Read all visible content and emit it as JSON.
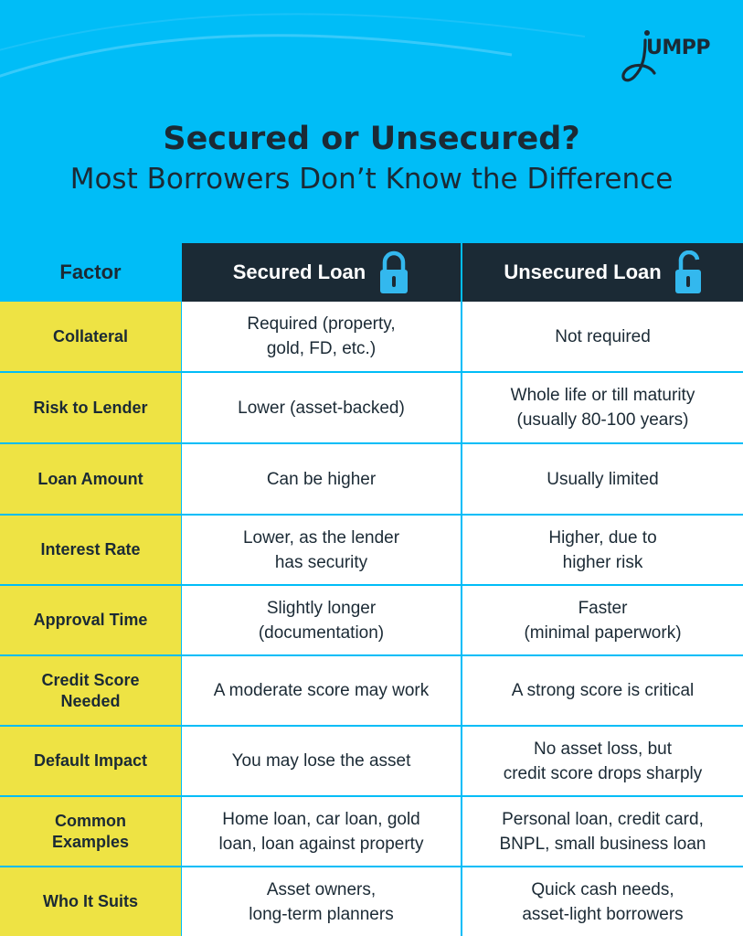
{
  "brand": {
    "logo_text": "UMPP"
  },
  "title": "Secured or Unsecured?",
  "subtitle": "Most Borrowers Don’t Know the Difference",
  "table": {
    "headers": {
      "factor": "Factor",
      "secured": "Secured Loan",
      "unsecured": "Unsecured Loan"
    },
    "rows": [
      {
        "factor": "Collateral",
        "secured": "Required (property,\ngold, FD, etc.)",
        "unsecured": "Not required"
      },
      {
        "factor": "Risk to Lender",
        "secured": "Lower (asset-backed)",
        "unsecured": "Whole life or till maturity\n(usually 80-100 years)"
      },
      {
        "factor": "Loan Amount",
        "secured": "Can be higher",
        "unsecured": "Usually limited"
      },
      {
        "factor": "Interest Rate",
        "secured": "Lower, as the lender\nhas security",
        "unsecured": "Higher, due to\nhigher risk"
      },
      {
        "factor": "Approval Time",
        "secured": "Slightly longer\n(documentation)",
        "unsecured": "Faster\n(minimal paperwork)"
      },
      {
        "factor": "Credit Score\nNeeded",
        "secured": "A moderate score may work",
        "unsecured": "A strong score is critical"
      },
      {
        "factor": "Default Impact",
        "secured": "You may lose the asset",
        "unsecured": "No asset loss, but\ncredit score drops sharply"
      },
      {
        "factor": "Common\nExamples",
        "secured": "Home loan, car loan, gold\nloan, loan against property",
        "unsecured": "Personal loan, credit card,\nBNPL, small business loan"
      },
      {
        "factor": "Who It Suits",
        "secured": "Asset owners,\nlong-term planners",
        "unsecured": "Quick cash needs,\nasset-light borrowers"
      }
    ]
  },
  "icons": {
    "secured": "padlock-closed-icon",
    "unsecured": "padlock-open-icon"
  },
  "colors": {
    "background": "#00bdf7",
    "dark": "#1b2a35",
    "factor_fill": "#eee344",
    "cell_fill": "#ffffff",
    "grid": "#00bdf7",
    "lock": "#33b8ee"
  }
}
